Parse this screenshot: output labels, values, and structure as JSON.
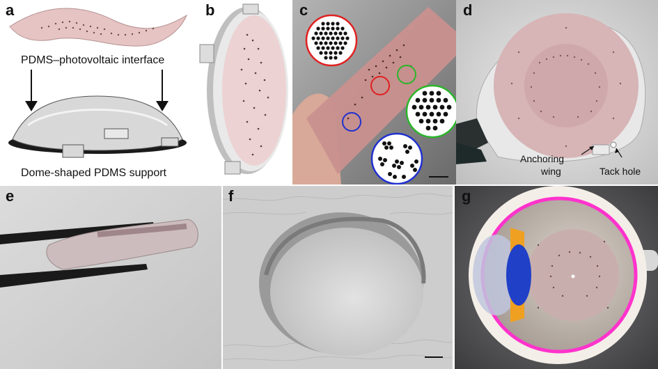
{
  "figure": {
    "panels": {
      "a": {
        "label": "a",
        "caption_top": "PDMS–photovoltaic interface",
        "caption_bottom": "Dome-shaped PDMS support"
      },
      "b": {
        "label": "b"
      },
      "c": {
        "label": "c"
      },
      "d": {
        "label": "d",
        "annotation_wing_line1": "Anchoring",
        "annotation_wing_line2": "wing",
        "annotation_hole": "Tack hole"
      },
      "e": {
        "label": "e"
      },
      "f": {
        "label": "f"
      },
      "g": {
        "label": "g"
      }
    },
    "colors": {
      "pink_film": "#e6c4c4",
      "zoom_red": "#e02020",
      "zoom_green": "#2bb52b",
      "zoom_blue": "#2030d0",
      "magenta_ring": "#ff33cc"
    }
  }
}
